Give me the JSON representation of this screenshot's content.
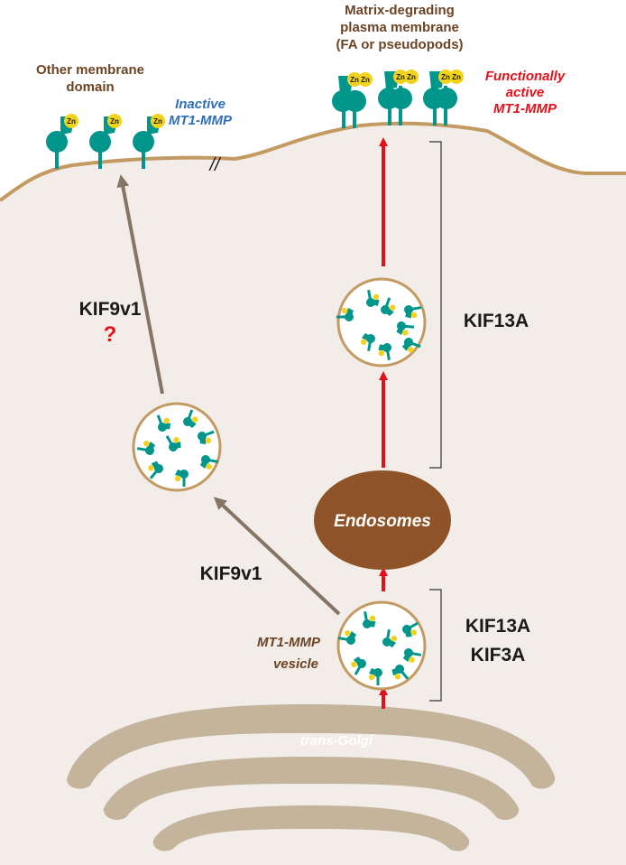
{
  "labels": {
    "other_domain_line1": "Other membrane",
    "other_domain_line2": "domain",
    "inactive_line1": "Inactive",
    "inactive_line2": "MT1-MMP",
    "matrix_line1": "Matrix-degrading",
    "matrix_line2": "plasma membrane",
    "matrix_line3": "(FA or pseudopods)",
    "active_line1": "Functionally",
    "active_line2": "active",
    "active_line3": "MT1-MMP",
    "kif9_upper": "KIF9v1",
    "question_mark": "?",
    "kif13a_upper": "KIF13A",
    "kif9_lower": "KIF9v1",
    "kif13a_lower": "KIF13A",
    "kif3a_lower": "KIF3A",
    "endosomes": "Endosomes",
    "vesicle_line1": "MT1-MMP",
    "vesicle_line2": "vesicle",
    "golgi": "trans-Golgi",
    "zn": "Zn",
    "break_mark": "//"
  },
  "colors": {
    "cytoplasm": "#f2ede8",
    "membrane": "#c49a63",
    "teal": "#00968c",
    "zinc": "#f2d21a",
    "endosome": "#8e5428",
    "golgi": "#c4b49c",
    "red_arrow": "#e3101a",
    "gray_arrow": "#857564"
  }
}
